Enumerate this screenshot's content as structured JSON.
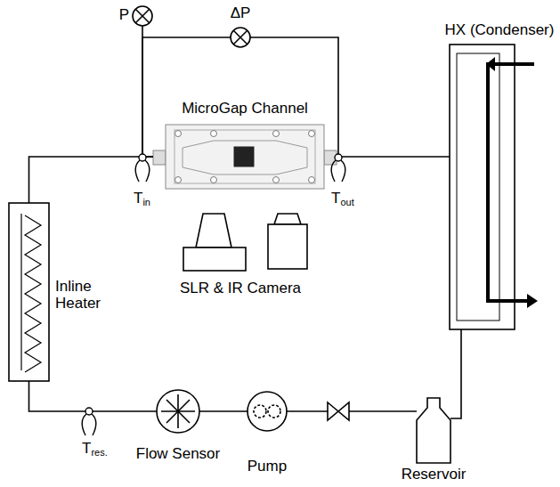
{
  "diagram": {
    "nodes": [
      {
        "text": [
          "P"
        ]
      },
      {
        "text": [
          "ΔP"
        ]
      },
      {
        "text": [
          "MicroGap Channel"
        ]
      },
      {
        "text": [
          "HX (Condenser)"
        ]
      },
      {
        "text": [
          "Inline Heater"
        ]
      },
      {
        "text": [
          "Flow Sensor"
        ]
      },
      {
        "text": [
          "Pump"
        ]
      },
      {
        "text": [
          "Reservoir"
        ]
      }
    ],
    "edges": [
      {
        "from": 4,
        "to": 2,
        "arrow": "none"
      },
      {
        "from": 2,
        "to": 3,
        "arrow": "none"
      },
      {
        "from": 3,
        "to": 7,
        "arrow": "none"
      },
      {
        "from": 7,
        "to": 6,
        "arrow": "none"
      },
      {
        "from": 6,
        "to": 5,
        "arrow": "none"
      },
      {
        "from": 5,
        "to": 4,
        "arrow": "none"
      },
      {
        "from": 0,
        "to": 2,
        "arrow": "none"
      },
      {
        "from": 1,
        "to": 2,
        "arrow": "none"
      },
      {
        "from": 1,
        "to": 2,
        "arrow": "none"
      }
    ],
    "labels": [
      "Tin",
      "Tout",
      "SLR & IR Camera",
      "Tres."
    ]
  }
}
